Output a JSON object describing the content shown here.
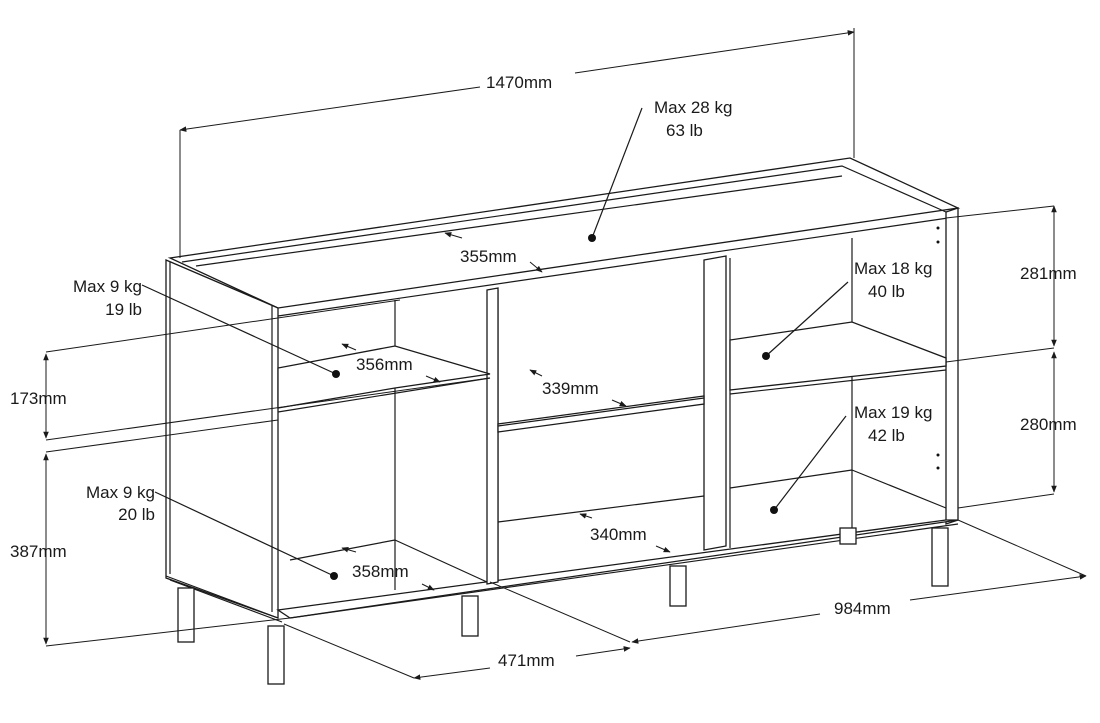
{
  "diagram": {
    "dimensions": {
      "width_total": "1470mm",
      "top_depth": "355mm",
      "left_upper_shelf_depth": "356mm",
      "middle_shelf_depth": "339mm",
      "left_lower_shelf_depth": "358mm",
      "bottom_middle_depth": "340mm",
      "height_left_upper": "173mm",
      "height_left_lower": "387mm",
      "height_right_upper": "281mm",
      "height_right_lower": "280mm",
      "length_right": "984mm",
      "depth_bottom": "471mm"
    },
    "loads": {
      "top": {
        "kg": "Max 28 kg",
        "lb": "63 lb"
      },
      "left_upper": {
        "kg": "Max 9 kg",
        "lb": "19 lb"
      },
      "left_lower": {
        "kg": "Max 9 kg",
        "lb": "20 lb"
      },
      "right_upper": {
        "kg": "Max 18 kg",
        "lb": "40 lb"
      },
      "right_lower": {
        "kg": "Max 19 kg",
        "lb": "42 lb"
      }
    }
  }
}
